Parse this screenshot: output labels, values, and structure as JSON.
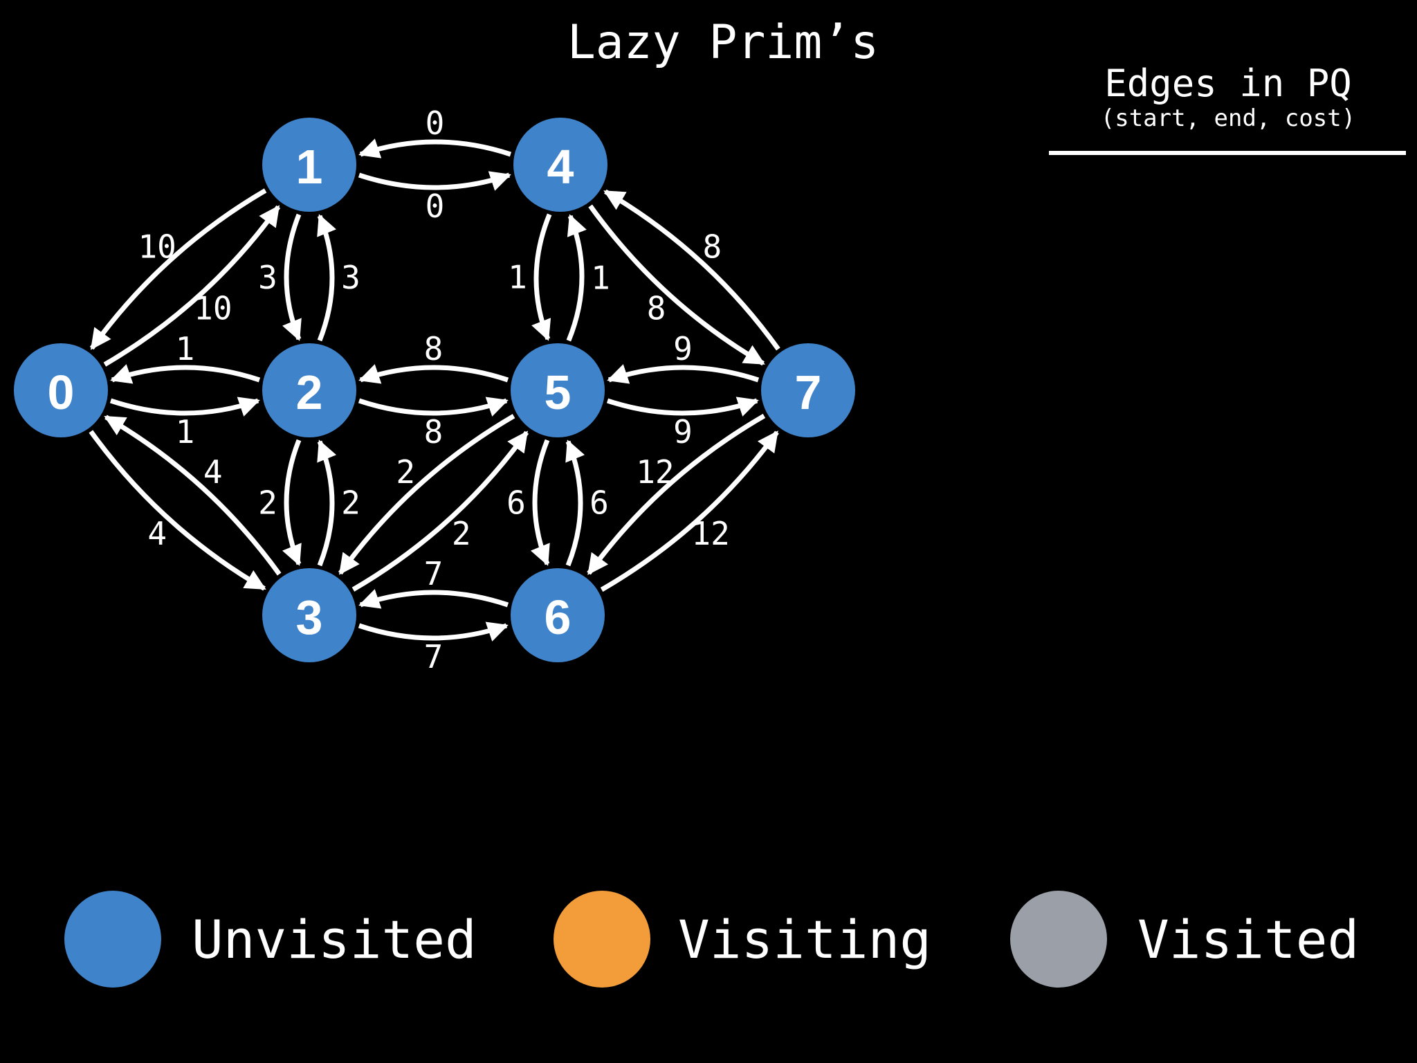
{
  "title": "Lazy Prim’s",
  "pq_panel": {
    "heading": "Edges in PQ",
    "subheading": "(start, end, cost)",
    "edges": []
  },
  "colors": {
    "background": "#000000",
    "unvisited": "#3F83CB",
    "visiting": "#F39C3A",
    "visited": "#9A9FA8",
    "edge": "#FFFFFF",
    "text": "#FFFFFF"
  },
  "graph": {
    "nodes": [
      {
        "id": "0",
        "label": "0",
        "state": "unvisited"
      },
      {
        "id": "1",
        "label": "1",
        "state": "unvisited"
      },
      {
        "id": "2",
        "label": "2",
        "state": "unvisited"
      },
      {
        "id": "3",
        "label": "3",
        "state": "unvisited"
      },
      {
        "id": "4",
        "label": "4",
        "state": "unvisited"
      },
      {
        "id": "5",
        "label": "5",
        "state": "unvisited"
      },
      {
        "id": "6",
        "label": "6",
        "state": "unvisited"
      },
      {
        "id": "7",
        "label": "7",
        "state": "unvisited"
      }
    ],
    "edges": [
      {
        "from": "0",
        "to": "1",
        "cost": "10"
      },
      {
        "from": "1",
        "to": "0",
        "cost": "10"
      },
      {
        "from": "0",
        "to": "2",
        "cost": "1"
      },
      {
        "from": "2",
        "to": "0",
        "cost": "1"
      },
      {
        "from": "0",
        "to": "3",
        "cost": "4"
      },
      {
        "from": "3",
        "to": "0",
        "cost": "4"
      },
      {
        "from": "1",
        "to": "4",
        "cost": "0"
      },
      {
        "from": "4",
        "to": "1",
        "cost": "0"
      },
      {
        "from": "1",
        "to": "2",
        "cost": "3"
      },
      {
        "from": "2",
        "to": "1",
        "cost": "3"
      },
      {
        "from": "2",
        "to": "5",
        "cost": "8"
      },
      {
        "from": "5",
        "to": "2",
        "cost": "8"
      },
      {
        "from": "2",
        "to": "3",
        "cost": "2"
      },
      {
        "from": "3",
        "to": "2",
        "cost": "2"
      },
      {
        "from": "3",
        "to": "5",
        "cost": "2"
      },
      {
        "from": "5",
        "to": "3",
        "cost": "2"
      },
      {
        "from": "3",
        "to": "6",
        "cost": "7"
      },
      {
        "from": "6",
        "to": "3",
        "cost": "7"
      },
      {
        "from": "4",
        "to": "5",
        "cost": "1"
      },
      {
        "from": "5",
        "to": "4",
        "cost": "1"
      },
      {
        "from": "4",
        "to": "7",
        "cost": "8"
      },
      {
        "from": "7",
        "to": "4",
        "cost": "8"
      },
      {
        "from": "5",
        "to": "7",
        "cost": "9"
      },
      {
        "from": "7",
        "to": "5",
        "cost": "9"
      },
      {
        "from": "5",
        "to": "6",
        "cost": "6"
      },
      {
        "from": "6",
        "to": "5",
        "cost": "6"
      },
      {
        "from": "6",
        "to": "7",
        "cost": "12"
      },
      {
        "from": "7",
        "to": "6",
        "cost": "12"
      }
    ]
  },
  "legend": [
    {
      "label": "Unvisited",
      "state": "unvisited"
    },
    {
      "label": "Visiting",
      "state": "visiting"
    },
    {
      "label": "Visited",
      "state": "visited"
    }
  ]
}
